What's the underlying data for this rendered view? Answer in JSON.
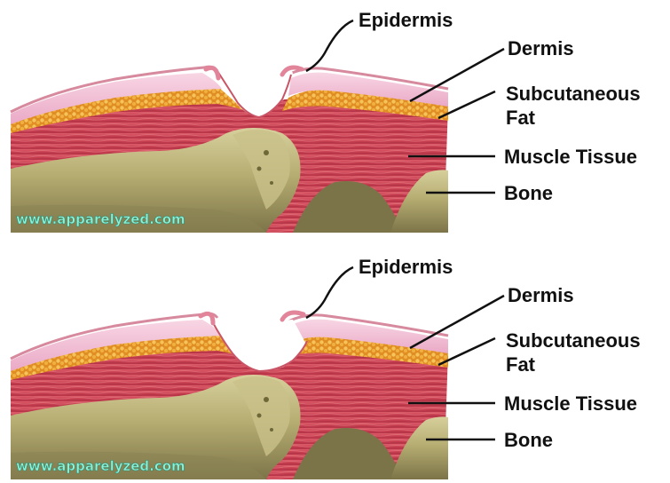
{
  "panels": [
    {
      "labels": {
        "epidermis": "Epidermis",
        "dermis": "Dermis",
        "subcutaneous_fat_line1": "Subcutaneous",
        "subcutaneous_fat_line2": "Fat",
        "muscle_tissue": "Muscle Tissue",
        "bone": "Bone"
      },
      "watermark": "www.apparelyzed.com"
    },
    {
      "labels": {
        "epidermis": "Epidermis",
        "dermis": "Dermis",
        "subcutaneous_fat_line1": "Subcutaneous",
        "subcutaneous_fat_line2": "Fat",
        "muscle_tissue": "Muscle Tissue",
        "bone": "Bone"
      },
      "watermark": "www.apparelyzed.com"
    }
  ],
  "colors": {
    "epidermis": "#e7a3b4",
    "dermis": "#f3bfd6",
    "fat": "#eda23a",
    "muscle": "#cc4455",
    "bone": "#b8b07a",
    "watermark": "#8ff0d6",
    "leader_line": "#111111"
  }
}
